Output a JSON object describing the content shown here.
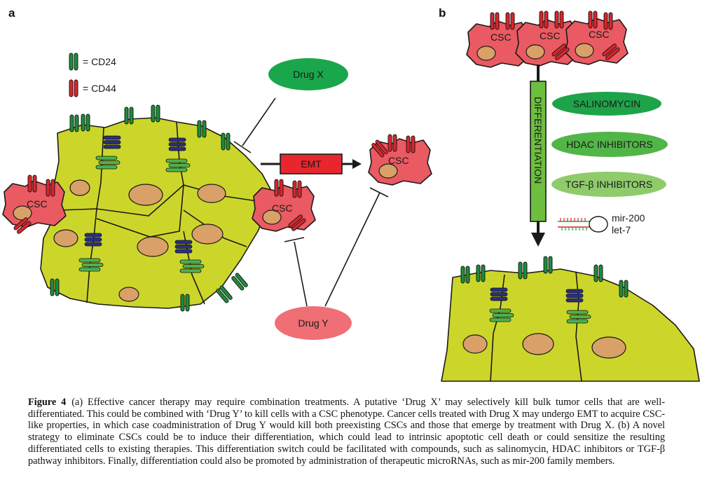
{
  "panels": {
    "a": "a",
    "b": "b"
  },
  "legend": {
    "cd24": "= CD24",
    "cd44": "= CD44"
  },
  "colors": {
    "cell": "#ccd62a",
    "nucleus": "#d9a068",
    "csc": "#ea5a62",
    "cd24_marker": "#1f8a3c",
    "cd44_marker": "#d8252c",
    "inner_marker_blue": "#2a2f7f",
    "inner_marker_green": "#4fb34f",
    "drug_x": "#1aa64b",
    "drug_y": "#ef6f75",
    "emt_box": "#e8262d",
    "differentiation_bar": "#6dbf3f",
    "salinomycin": "#1ea34a",
    "hdac": "#52b548",
    "tgf": "#8fcb6b"
  },
  "panel_a": {
    "drug_x": "Drug X",
    "drug_y": "Drug Y",
    "emt": "EMT",
    "csc_labels": [
      "CSC",
      "CSC",
      "CSC"
    ]
  },
  "panel_b": {
    "csc_labels": [
      "CSC",
      "CSC",
      "CSC"
    ],
    "differentiation": "DIFFERENTIATION",
    "salinomycin": "SALINOMYCIN",
    "hdac": "HDAC INHIBITORS",
    "tgf": "TGF-β INHIBITORS",
    "mirna_1": "mir-200",
    "mirna_2": "let-7"
  },
  "caption": {
    "label": "Figure 4",
    "text": "(a) Effective cancer therapy may require combination treatments. A putative ‘Drug X’ may selectively kill bulk tumor cells that are well-differentiated. This could be combined with ‘Drug Y’ to kill cells with a CSC phenotype. Cancer cells treated with Drug X may undergo EMT to acquire CSC-like properties, in which case coadministration of Drug Y would kill both preexisting CSCs and those that emerge by treatment with Drug X. (b) A novel strategy to eliminate CSCs could be to induce their differentiation, which could lead to intrinsic apoptotic cell death or could sensitize the resulting differentiated cells to existing therapies. This differentiation switch could be facilitated with compounds, such as salinomycin, HDAC inhibitors or TGF-β pathway inhibitors. Finally, differentiation could also be promoted by administration of therapeutic microRNAs, such as mir-200 family members."
  }
}
